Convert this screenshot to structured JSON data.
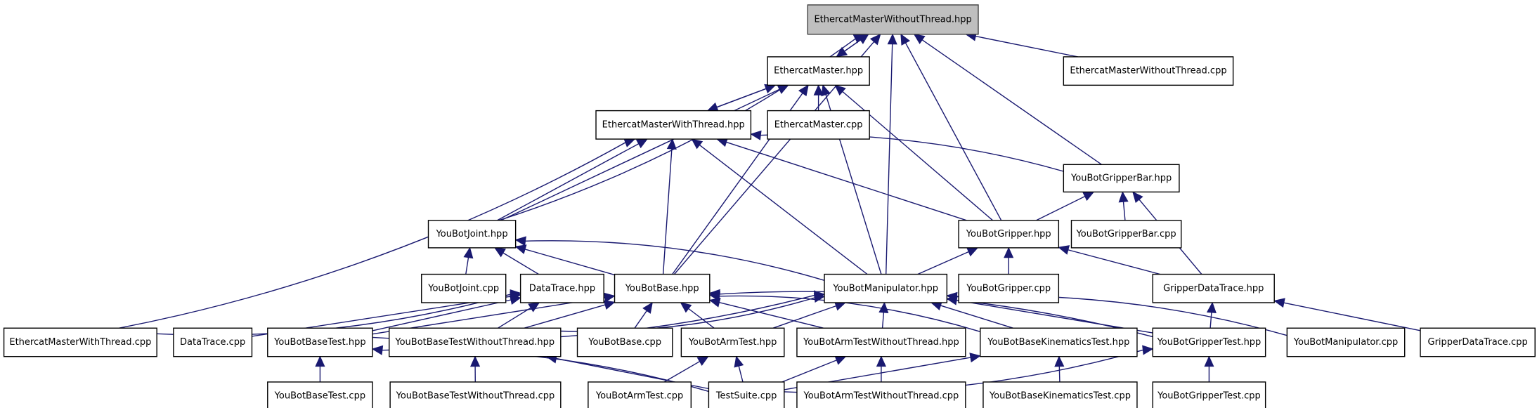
{
  "graph": {
    "type": "include-dependency-graph",
    "root": "EthercatMasterWithoutThread.hpp",
    "colors": {
      "edge": "#191970",
      "root_fill": "#bfbfbf",
      "node_fill": "#ffffff",
      "node_border": "#000000"
    },
    "nodes": [
      {
        "id": "emwot_hpp",
        "label": "EthercatMasterWithoutThread.hpp",
        "root": true
      },
      {
        "id": "em_hpp",
        "label": "EthercatMaster.hpp"
      },
      {
        "id": "emwot_cpp",
        "label": "EthercatMasterWithoutThread.cpp"
      },
      {
        "id": "emwt_hpp",
        "label": "EthercatMasterWithThread.hpp"
      },
      {
        "id": "em_cpp",
        "label": "EthercatMaster.cpp"
      },
      {
        "id": "gbar_hpp",
        "label": "YouBotGripperBar.hpp"
      },
      {
        "id": "joint_hpp",
        "label": "YouBotJoint.hpp"
      },
      {
        "id": "grip_hpp",
        "label": "YouBotGripper.hpp"
      },
      {
        "id": "gbar_cpp",
        "label": "YouBotGripperBar.cpp"
      },
      {
        "id": "joint_cpp",
        "label": "YouBotJoint.cpp"
      },
      {
        "id": "dtrace_hpp",
        "label": "DataTrace.hpp"
      },
      {
        "id": "base_hpp",
        "label": "YouBotBase.hpp"
      },
      {
        "id": "manip_hpp",
        "label": "YouBotManipulator.hpp"
      },
      {
        "id": "grip_cpp",
        "label": "YouBotGripper.cpp"
      },
      {
        "id": "gdtrace_hpp",
        "label": "GripperDataTrace.hpp"
      },
      {
        "id": "emwt_cpp",
        "label": "EthercatMasterWithThread.cpp"
      },
      {
        "id": "dtrace_cpp",
        "label": "DataTrace.cpp"
      },
      {
        "id": "btest_hpp",
        "label": "YouBotBaseTest.hpp"
      },
      {
        "id": "btestwt_hpp",
        "label": "YouBotBaseTestWithoutThread.hpp"
      },
      {
        "id": "base_cpp",
        "label": "YouBotBase.cpp"
      },
      {
        "id": "atest_hpp",
        "label": "YouBotArmTest.hpp"
      },
      {
        "id": "atestwt_hpp",
        "label": "YouBotArmTestWithoutThread.hpp"
      },
      {
        "id": "bktest_hpp",
        "label": "YouBotBaseKinematicsTest.hpp"
      },
      {
        "id": "gtest_hpp",
        "label": "YouBotGripperTest.hpp"
      },
      {
        "id": "manip_cpp",
        "label": "YouBotManipulator.cpp"
      },
      {
        "id": "gdtrace_cpp",
        "label": "GripperDataTrace.cpp"
      },
      {
        "id": "btest_cpp",
        "label": "YouBotBaseTest.cpp"
      },
      {
        "id": "btestwt_cpp",
        "label": "YouBotBaseTestWithoutThread.cpp"
      },
      {
        "id": "atest_cpp",
        "label": "YouBotArmTest.cpp"
      },
      {
        "id": "testsuite_cpp",
        "label": "TestSuite.cpp"
      },
      {
        "id": "atestwt_cpp",
        "label": "YouBotArmTestWithoutThread.cpp"
      },
      {
        "id": "bktest_cpp",
        "label": "YouBotBaseKinematicsTest.cpp"
      },
      {
        "id": "gtest_cpp",
        "label": "YouBotGripperTest.cpp"
      }
    ],
    "edges": [
      {
        "from": "em_hpp",
        "to": "emwot_hpp"
      },
      {
        "from": "emwot_hpp",
        "to": "em_hpp"
      },
      {
        "from": "emwot_cpp",
        "to": "emwot_hpp"
      },
      {
        "from": "joint_hpp",
        "to": "emwot_hpp"
      },
      {
        "from": "base_hpp",
        "to": "emwot_hpp"
      },
      {
        "from": "manip_hpp",
        "to": "emwot_hpp"
      },
      {
        "from": "grip_hpp",
        "to": "emwot_hpp"
      },
      {
        "from": "gbar_hpp",
        "to": "emwot_hpp"
      },
      {
        "from": "emwt_hpp",
        "to": "em_hpp"
      },
      {
        "from": "em_hpp",
        "to": "emwt_hpp"
      },
      {
        "from": "em_cpp",
        "to": "em_hpp"
      },
      {
        "from": "joint_hpp",
        "to": "em_hpp"
      },
      {
        "from": "base_hpp",
        "to": "em_hpp"
      },
      {
        "from": "manip_hpp",
        "to": "em_hpp"
      },
      {
        "from": "grip_hpp",
        "to": "em_hpp"
      },
      {
        "from": "gbar_hpp",
        "to": "emwt_hpp"
      },
      {
        "from": "emwt_cpp",
        "to": "emwt_hpp"
      },
      {
        "from": "joint_hpp",
        "to": "emwt_hpp"
      },
      {
        "from": "base_hpp",
        "to": "emwt_hpp"
      },
      {
        "from": "manip_hpp",
        "to": "emwt_hpp"
      },
      {
        "from": "grip_hpp",
        "to": "emwt_hpp"
      },
      {
        "from": "grip_hpp",
        "to": "gbar_hpp"
      },
      {
        "from": "gbar_cpp",
        "to": "gbar_hpp"
      },
      {
        "from": "gdtrace_hpp",
        "to": "gbar_hpp"
      },
      {
        "from": "joint_cpp",
        "to": "joint_hpp"
      },
      {
        "from": "dtrace_hpp",
        "to": "joint_hpp"
      },
      {
        "from": "base_hpp",
        "to": "joint_hpp"
      },
      {
        "from": "manip_hpp",
        "to": "joint_hpp"
      },
      {
        "from": "manip_hpp",
        "to": "grip_hpp"
      },
      {
        "from": "grip_cpp",
        "to": "grip_hpp"
      },
      {
        "from": "gdtrace_hpp",
        "to": "grip_hpp"
      },
      {
        "from": "emwt_cpp",
        "to": "dtrace_hpp"
      },
      {
        "from": "dtrace_cpp",
        "to": "dtrace_hpp"
      },
      {
        "from": "btest_hpp",
        "to": "dtrace_hpp"
      },
      {
        "from": "btestwt_hpp",
        "to": "dtrace_hpp"
      },
      {
        "from": "btest_hpp",
        "to": "base_hpp"
      },
      {
        "from": "btestwt_hpp",
        "to": "base_hpp"
      },
      {
        "from": "base_cpp",
        "to": "base_hpp"
      },
      {
        "from": "atest_hpp",
        "to": "base_hpp"
      },
      {
        "from": "atestwt_hpp",
        "to": "base_hpp"
      },
      {
        "from": "bktest_hpp",
        "to": "base_hpp"
      },
      {
        "from": "gtest_hpp",
        "to": "base_hpp"
      },
      {
        "from": "btest_hpp",
        "to": "manip_hpp"
      },
      {
        "from": "btestwt_hpp",
        "to": "manip_hpp"
      },
      {
        "from": "atest_hpp",
        "to": "manip_hpp"
      },
      {
        "from": "atestwt_hpp",
        "to": "manip_hpp"
      },
      {
        "from": "bktest_hpp",
        "to": "manip_hpp"
      },
      {
        "from": "gtest_hpp",
        "to": "manip_hpp"
      },
      {
        "from": "manip_cpp",
        "to": "manip_hpp"
      },
      {
        "from": "gtest_hpp",
        "to": "gdtrace_hpp"
      },
      {
        "from": "gdtrace_cpp",
        "to": "gdtrace_hpp"
      },
      {
        "from": "btest_cpp",
        "to": "btest_hpp"
      },
      {
        "from": "testsuite_cpp",
        "to": "btest_hpp"
      },
      {
        "from": "btestwt_cpp",
        "to": "btestwt_hpp"
      },
      {
        "from": "testsuite_cpp",
        "to": "btestwt_hpp"
      },
      {
        "from": "atest_cpp",
        "to": "atest_hpp"
      },
      {
        "from": "testsuite_cpp",
        "to": "atest_hpp"
      },
      {
        "from": "testsuite_cpp",
        "to": "atestwt_hpp"
      },
      {
        "from": "atestwt_cpp",
        "to": "atestwt_hpp"
      },
      {
        "from": "testsuite_cpp",
        "to": "bktest_hpp"
      },
      {
        "from": "bktest_cpp",
        "to": "bktest_hpp"
      },
      {
        "from": "testsuite_cpp",
        "to": "gtest_hpp"
      },
      {
        "from": "gtest_cpp",
        "to": "gtest_hpp"
      }
    ]
  }
}
